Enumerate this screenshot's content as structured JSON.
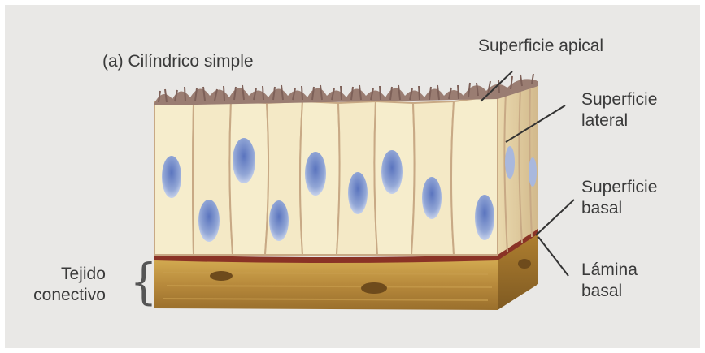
{
  "figure": {
    "title": "(a) Cilíndrico simple",
    "labels": {
      "apical": "Superficie apical",
      "lateral": [
        "Superficie",
        "lateral"
      ],
      "basal": [
        "Superficie",
        "basal"
      ],
      "lamina": [
        "Lámina",
        "basal"
      ],
      "tissue": [
        "Tejido",
        "conectivo"
      ]
    }
  },
  "colors": {
    "background": "#ffffff",
    "paper": "#e9e8e6",
    "cell_fill": "#f6edcc",
    "cell_outline": "#c8a985",
    "nucleus": "#6f86c4",
    "cilia": "#9a7d72",
    "basal_lamina": "#8a3326",
    "connective_tissue": "#b88a3c",
    "text": "#3a3a3a"
  }
}
